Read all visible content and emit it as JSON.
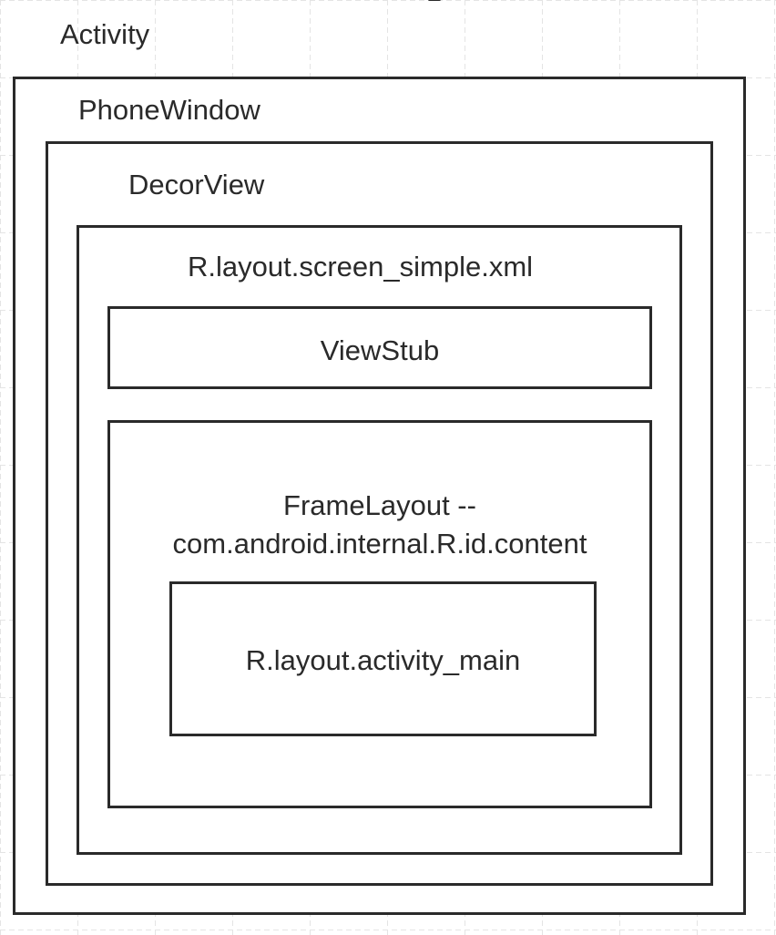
{
  "diagram": {
    "activity": {
      "label": "Activity"
    },
    "phone_window": {
      "label": "PhoneWindow"
    },
    "decor_view": {
      "label": "DecorView"
    },
    "screen_simple": {
      "label": "R.layout.screen_simple.xml"
    },
    "view_stub": {
      "label": "ViewStub"
    },
    "frame_layout": {
      "label_line1": "FrameLayout --",
      "label_line2": "com.android.internal.R.id.content"
    },
    "activity_main": {
      "label": "R.layout.activity_main"
    }
  },
  "colors": {
    "stroke": "#2a2a2a",
    "grid": "#e4e4e4",
    "background": "#ffffff"
  }
}
